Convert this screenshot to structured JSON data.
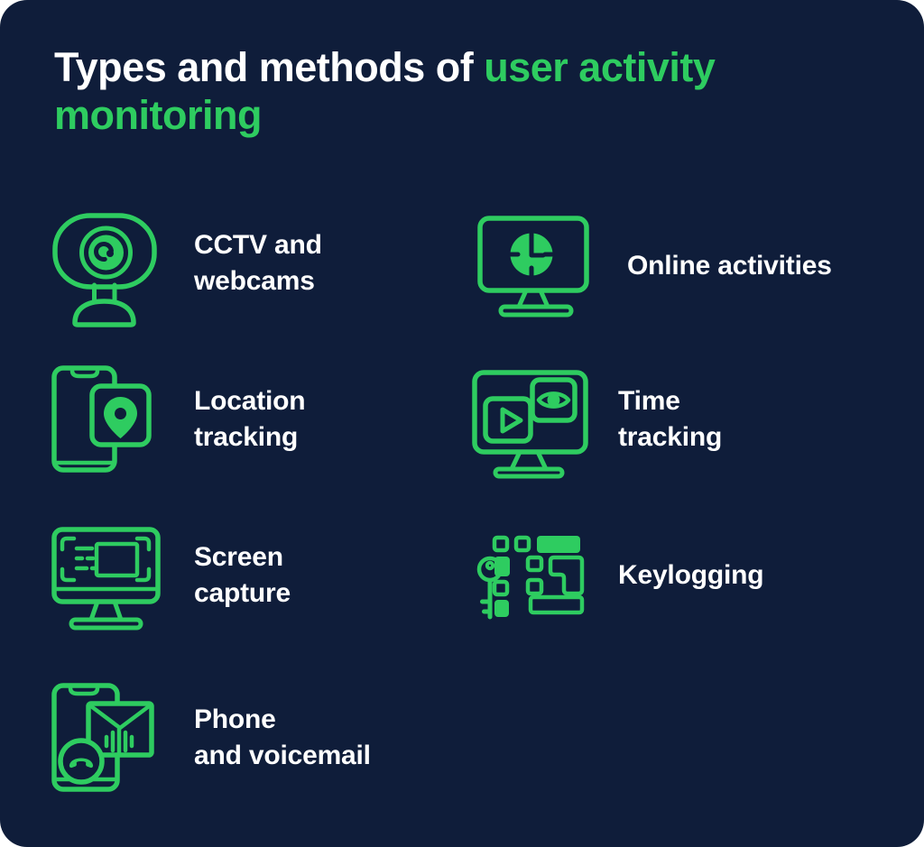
{
  "colors": {
    "background": "#0f1d3a",
    "accent": "#2ecc60",
    "text": "#ffffff"
  },
  "title": {
    "prefix": "Types and methods of",
    "highlight": "user activity monitoring"
  },
  "items": [
    {
      "label": "CCTV and\nwebcams",
      "icon": "webcam-icon"
    },
    {
      "label": "Online activities",
      "icon": "monitor-clock-icon"
    },
    {
      "label": "Location\ntracking",
      "icon": "phone-location-icon"
    },
    {
      "label": "Time\ntracking",
      "icon": "monitor-play-eye-icon"
    },
    {
      "label": "Screen\ncapture",
      "icon": "screen-capture-icon"
    },
    {
      "label": "Keylogging",
      "icon": "keylogging-icon"
    },
    {
      "label": "Phone\nand voicemail",
      "icon": "phone-voicemail-icon"
    }
  ]
}
